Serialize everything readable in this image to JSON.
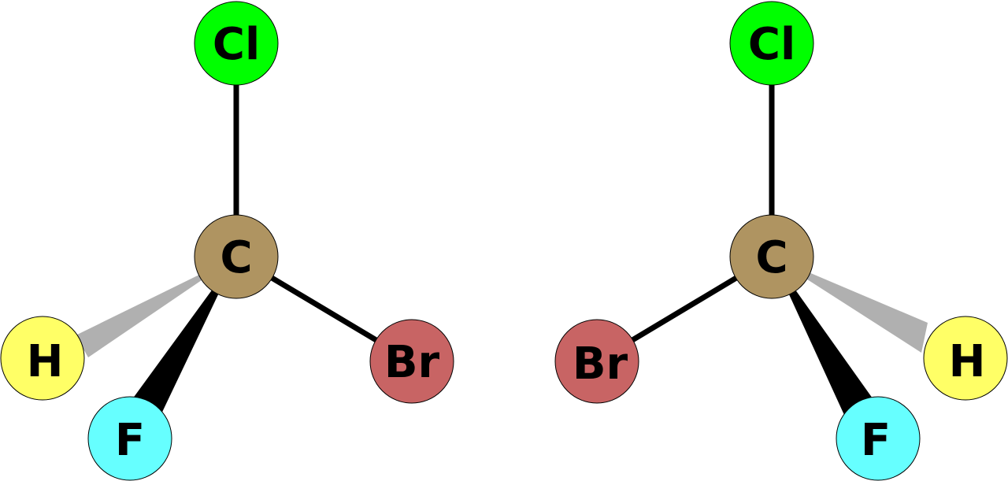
{
  "molecules": [
    {
      "center": {
        "label": "C",
        "color": "#af9461"
      },
      "atoms": [
        {
          "key": "cl",
          "label": "Cl",
          "color": "#00ff00"
        },
        {
          "key": "br",
          "label": "Br",
          "color": "#c86464"
        },
        {
          "key": "h",
          "label": "H",
          "color": "#ffff66"
        },
        {
          "key": "f",
          "label": "F",
          "color": "#66ffff"
        }
      ]
    },
    {
      "center": {
        "label": "C",
        "color": "#af9461"
      },
      "atoms": [
        {
          "key": "cl",
          "label": "Cl",
          "color": "#00ff00"
        },
        {
          "key": "br",
          "label": "Br",
          "color": "#c86464"
        },
        {
          "key": "h",
          "label": "H",
          "color": "#ffff66"
        },
        {
          "key": "f",
          "label": "F",
          "color": "#66ffff"
        }
      ]
    }
  ],
  "bond_colors": {
    "plain": "#000000",
    "wedge": "#000000",
    "hashed": "#b0b0b0"
  }
}
